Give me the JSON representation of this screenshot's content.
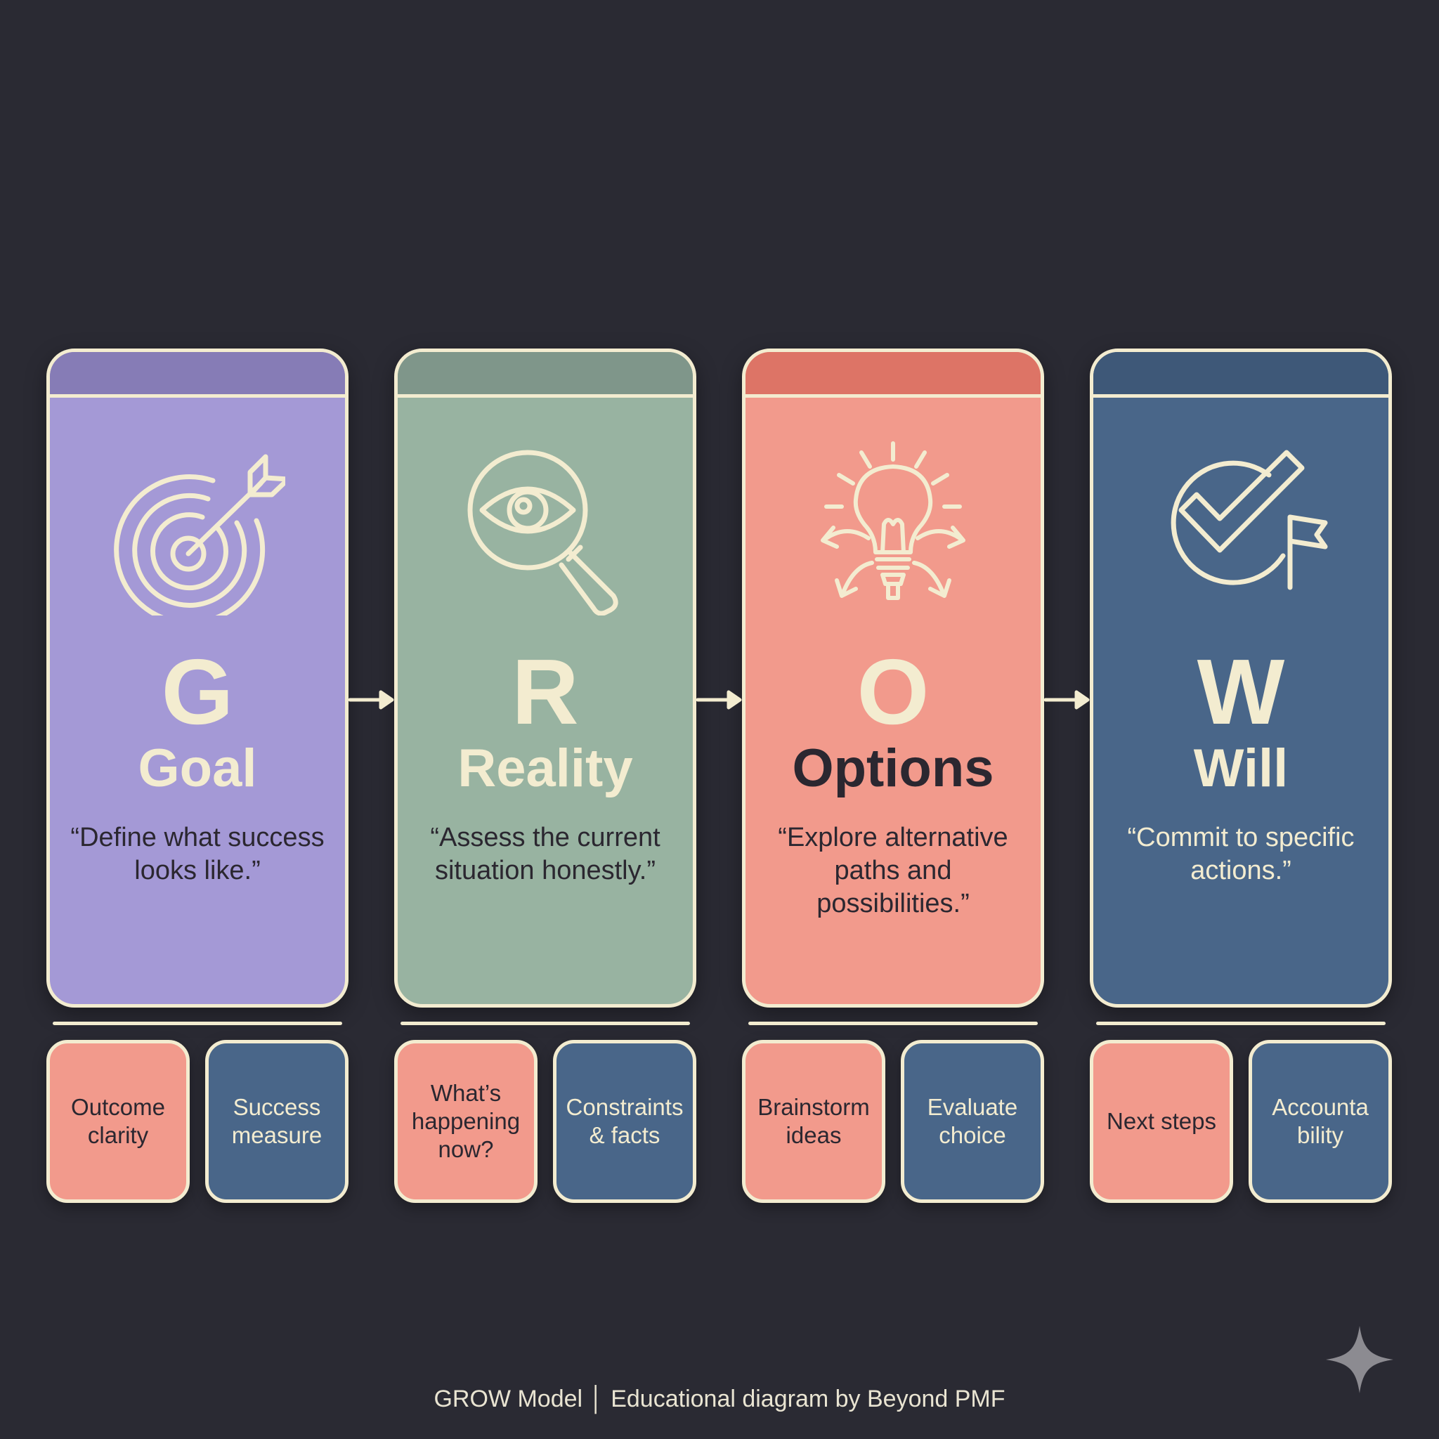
{
  "colors": {
    "background": "#2a2a33",
    "outline": "#f3ecd0",
    "goal": "#a499d6",
    "reality": "#98b3a1",
    "options": "#f29a8c",
    "will": "#496689",
    "tile_coral": "#f29a8c",
    "tile_navy": "#496689"
  },
  "stages": [
    {
      "letter": "G",
      "title": "Goal",
      "quote": "“Define what success looks like.”",
      "icon": "target-arrow-icon",
      "tiles": [
        "Outcome clarity",
        "Success measure"
      ]
    },
    {
      "letter": "R",
      "title": "Reality",
      "quote": "“Assess the current situation honestly.”",
      "icon": "magnifier-eye-icon",
      "tiles": [
        "What’s happening now?",
        "Constraints & facts"
      ]
    },
    {
      "letter": "O",
      "title": "Options",
      "quote": "“Explore alternative paths and possibilities.”",
      "icon": "lightbulb-arrows-icon",
      "tiles": [
        "Brainstorm ideas",
        "Evaluate choice"
      ]
    },
    {
      "letter": "W",
      "title": "Will",
      "quote": "“Commit to specific actions.”",
      "icon": "check-flag-icon",
      "tiles": [
        "Next steps",
        "Accounta bility"
      ]
    }
  ],
  "footer": "GROW Model │ Educational diagram by Beyond PMF",
  "watermark_icon": "sparkle-icon"
}
